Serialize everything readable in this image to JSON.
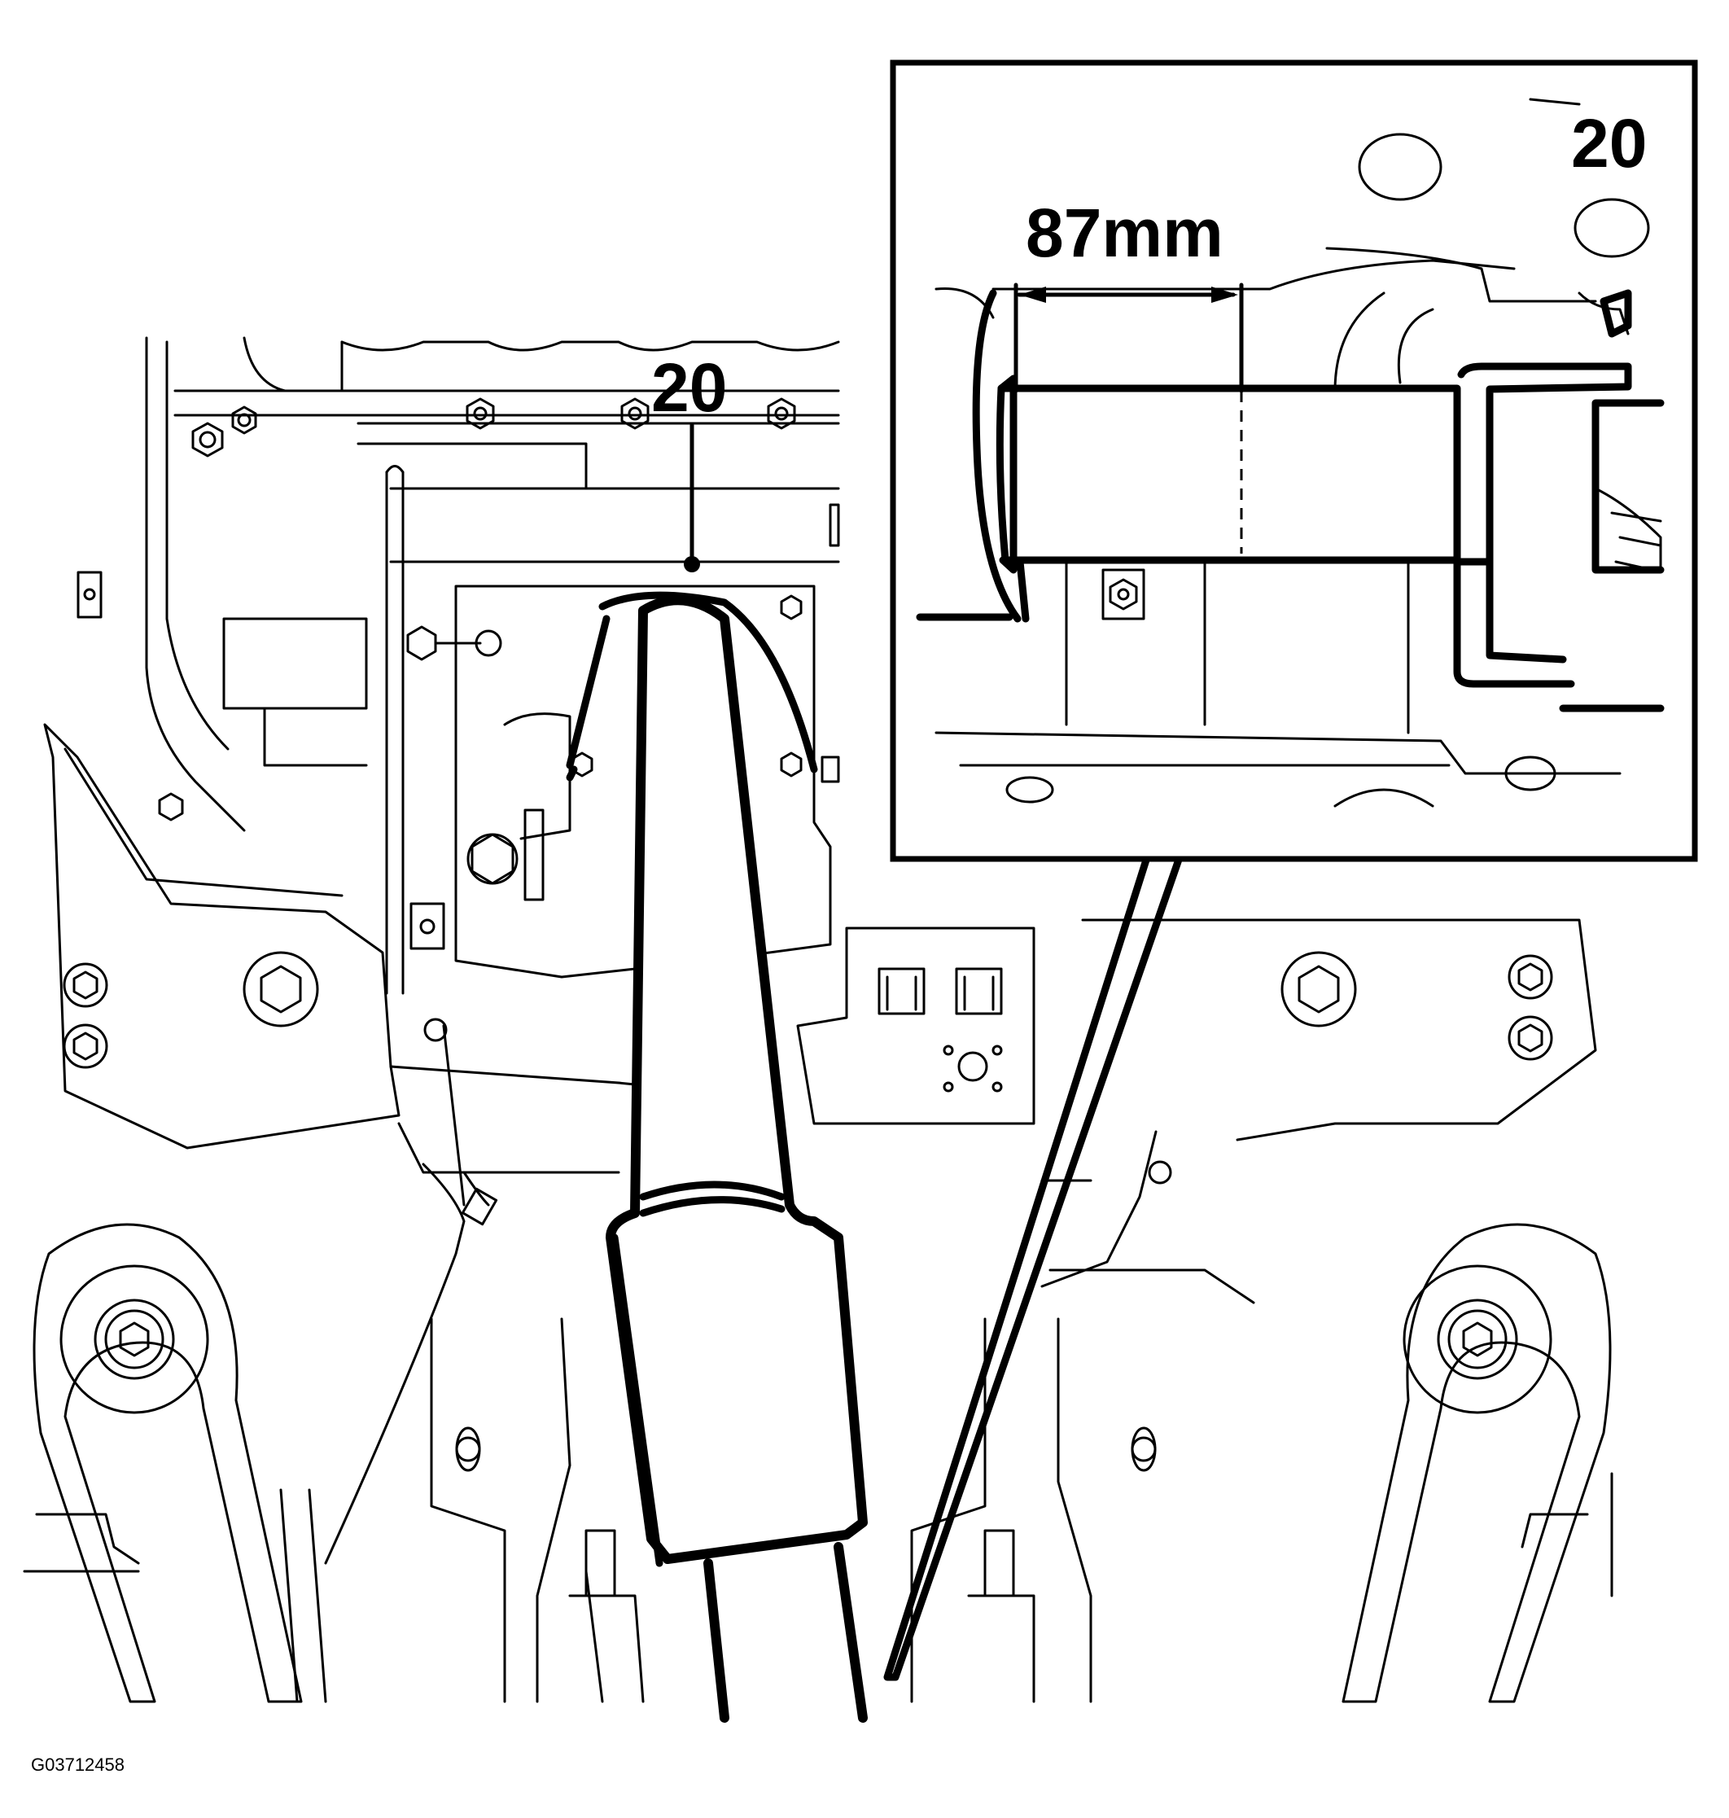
{
  "diagram": {
    "main_callout": "20",
    "inset_callout": "20",
    "dimension_label": "87mm",
    "figure_id": "G03712458"
  }
}
